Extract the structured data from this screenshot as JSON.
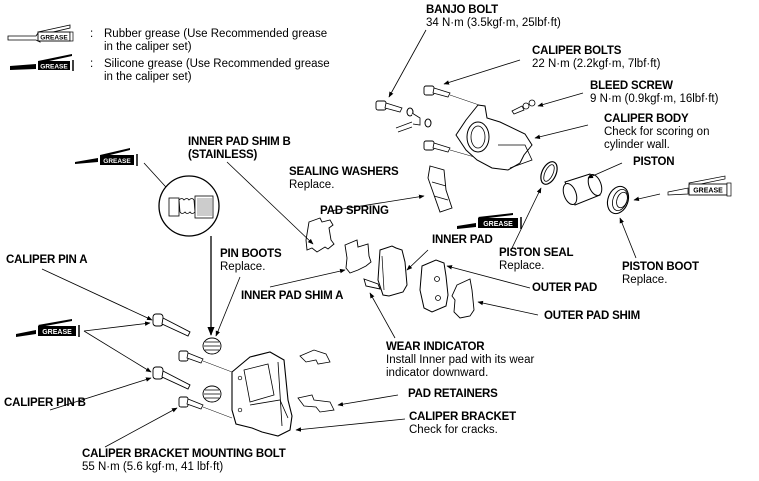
{
  "legend": [
    {
      "icon": "rubber-grease-tube-icon",
      "tube_label": "GREASE",
      "line1": "Rubber grease (Use Recommended grease",
      "line2": "in the caliper set)"
    },
    {
      "icon": "silicone-grease-tube-icon",
      "tube_label": "GREASE",
      "line1": "Silicone grease (Use Recommended grease",
      "line2": "in the caliper set)"
    }
  ],
  "labels": {
    "banjo_bolt": {
      "title": "BANJO BOLT",
      "sub": "34 N·m (3.5kgf·m, 25lbf·ft)"
    },
    "caliper_bolts": {
      "title": "CALIPER BOLTS",
      "sub": "22 N·m (2.2kgf·m, 7lbf·ft)"
    },
    "bleed_screw": {
      "title": "BLEED SCREW",
      "sub": "9 N·m (0.9kgf·m, 16lbf·ft)"
    },
    "caliper_body": {
      "title": "CALIPER BODY",
      "sub1": "Check for scoring on",
      "sub2": "cylinder wall."
    },
    "piston": {
      "title": "PISTON"
    },
    "inner_pad_shim_b": {
      "title": "INNER PAD SHIM B",
      "sub": "(STAINLESS)"
    },
    "sealing_washers": {
      "title": "SEALING WASHERS",
      "sub": "Replace."
    },
    "pad_spring": {
      "title": "PAD SPRING"
    },
    "inner_pad": {
      "title": "INNER PAD"
    },
    "piston_seal": {
      "title": "PISTON SEAL",
      "sub": "Replace."
    },
    "piston_boot": {
      "title": "PISTON BOOT",
      "sub": "Replace."
    },
    "caliper_pin_a": {
      "title": "CALIPER PIN A"
    },
    "pin_boots": {
      "title": "PIN BOOTS",
      "sub": "Replace."
    },
    "inner_pad_shim_a": {
      "title": "INNER PAD SHIM A"
    },
    "outer_pad": {
      "title": "OUTER PAD"
    },
    "outer_pad_shim": {
      "title": "OUTER PAD SHIM"
    },
    "wear_indicator": {
      "title": "WEAR INDICATOR",
      "sub1": "Install Inner pad with its wear",
      "sub2": "indicator downward."
    },
    "caliper_pin_b": {
      "title": "CALIPER PIN B"
    },
    "pad_retainers": {
      "title": "PAD RETAINERS"
    },
    "caliper_bracket": {
      "title": "CALIPER BRACKET",
      "sub": "Check for cracks."
    },
    "caliper_bracket_mounting_bolt": {
      "title": "CALIPER BRACKET MOUNTING BOLT",
      "sub": "55 N·m (5.6 kgf·m, 41 lbf·ft)"
    }
  },
  "grease_callouts": {
    "pin_boot_detail": {
      "type": "silicone",
      "tube_label": "GREASE"
    },
    "inner_pad": {
      "type": "silicone",
      "tube_label": "GREASE"
    },
    "piston_boot": {
      "type": "rubber",
      "tube_label": "GREASE"
    },
    "caliper_pins": {
      "type": "silicone",
      "tube_label": "GREASE"
    }
  }
}
